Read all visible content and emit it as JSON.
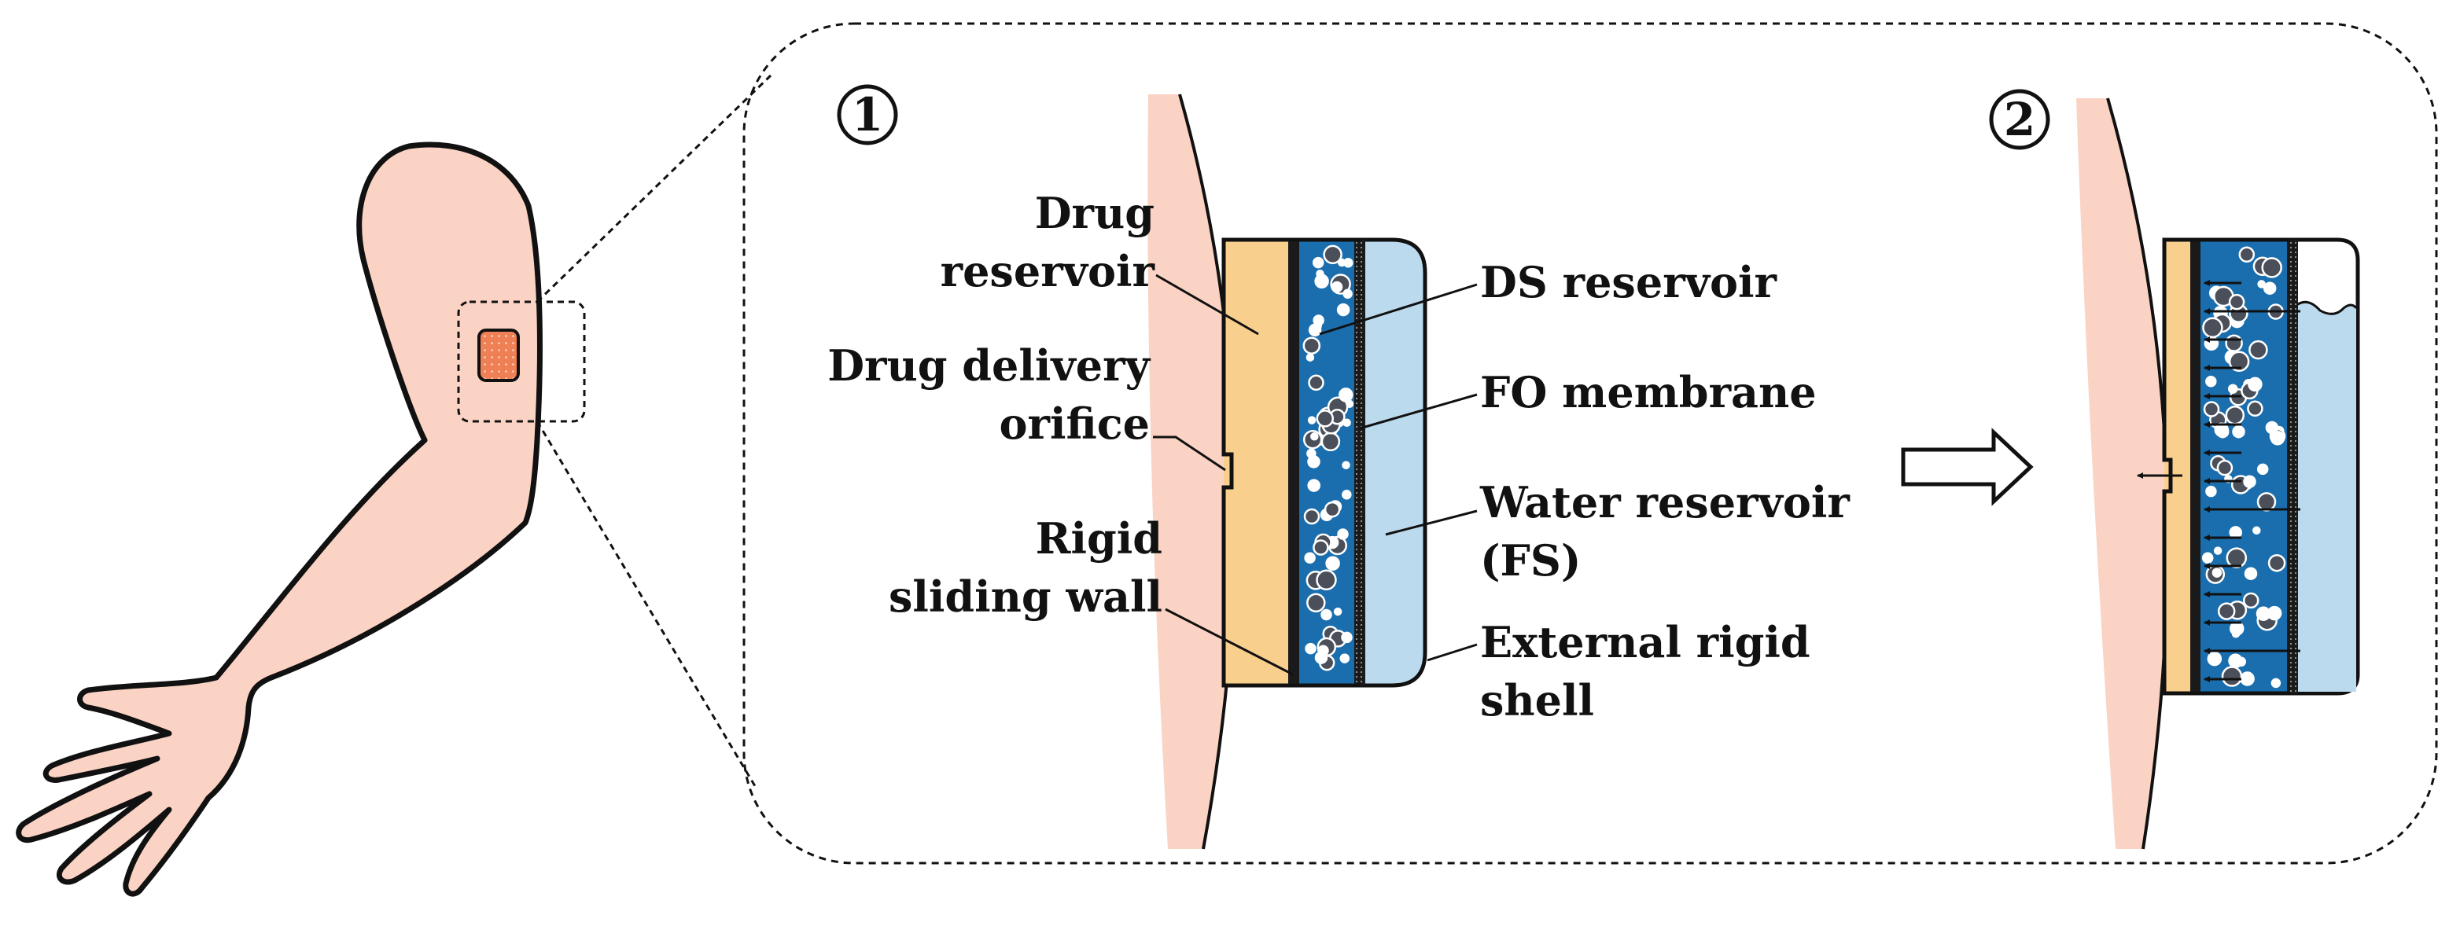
{
  "step_markers": {
    "step1": "1",
    "step2": "2"
  },
  "labels": {
    "drug_reservoir": [
      "Drug",
      "reservoir"
    ],
    "drug_delivery_orifice": [
      "Drug delivery",
      "orifice"
    ],
    "rigid_sliding_wall": [
      "Rigid",
      "sliding wall"
    ],
    "ds_reservoir": [
      "DS reservoir"
    ],
    "fo_membrane": [
      "FO membrane"
    ],
    "water_reservoir": [
      "Water reservoir",
      "(FS)"
    ],
    "external_rigid_shell": [
      "External rigid",
      "shell"
    ]
  },
  "colors": {
    "skin": "#fbd3c4",
    "patch": "#ef7f55",
    "drug": "#f9cf8e",
    "draw_solution": "#1a6eae",
    "water": "#bcdaee",
    "membrane": "#1a1a1a",
    "outline": "#111111"
  },
  "icons": {
    "arrow": "hollow-right-arrow-icon",
    "arm": "arm-illustration"
  }
}
